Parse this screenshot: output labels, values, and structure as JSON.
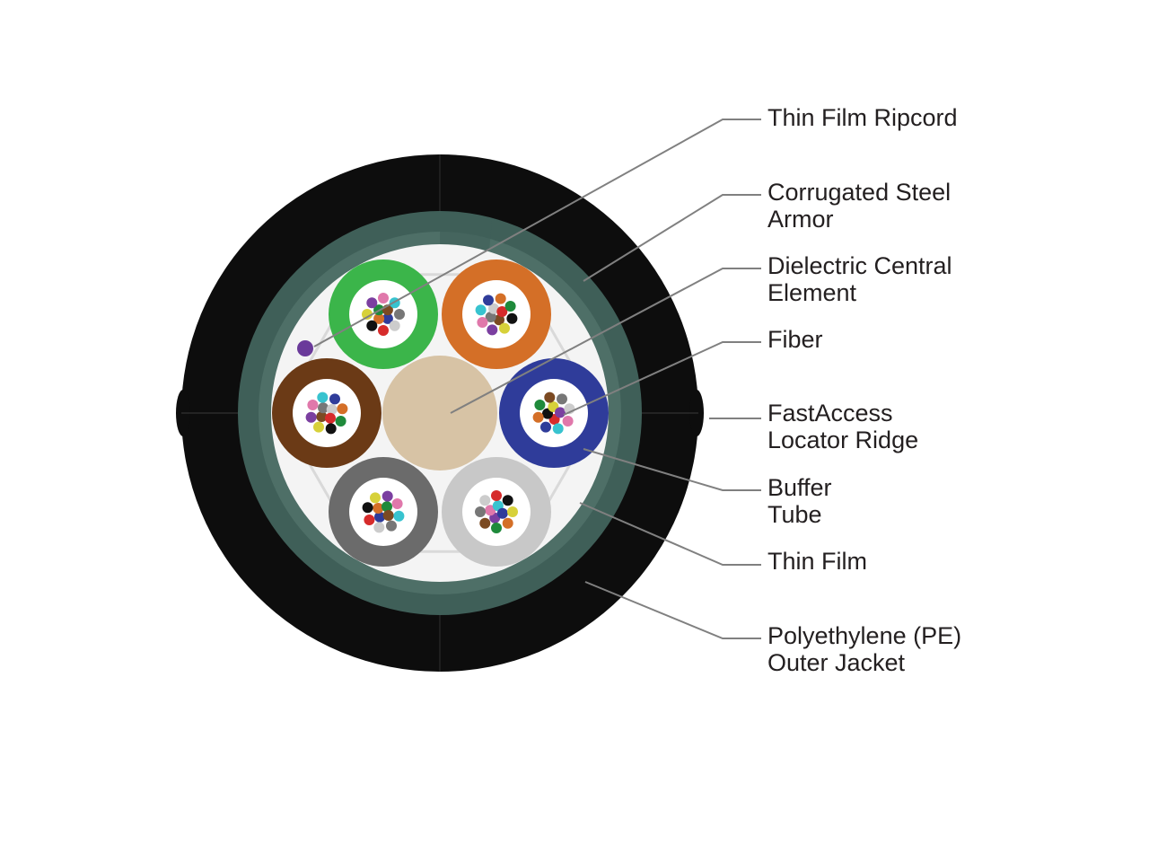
{
  "diagram": {
    "colors": {
      "jacket": "#0d0d0d",
      "armor": "#3f5f58",
      "armor_light": "#4e6f67",
      "thin_film": "#f4f4f4",
      "central_element": "#d7c3a5",
      "ripcord": "#6a3a9a",
      "leader_line": "#808080"
    },
    "buffer_tubes": [
      {
        "name": "green-tube",
        "color": "#3bb54a"
      },
      {
        "name": "orange-tube",
        "color": "#d46f27"
      },
      {
        "name": "blue-tube",
        "color": "#2f3c9a"
      },
      {
        "name": "light-gray-tube",
        "color": "#c8c8c8"
      },
      {
        "name": "dark-gray-tube",
        "color": "#6b6b6b"
      },
      {
        "name": "brown-tube",
        "color": "#6b3a16"
      }
    ],
    "fiber_colors": [
      "#2f3c9a",
      "#d46f27",
      "#1f8a3b",
      "#7b4a22",
      "#777777",
      "#cccccc",
      "#d62b2b",
      "#111111",
      "#d7d13a",
      "#7b3fa0",
      "#e078ab",
      "#38c3cf"
    ]
  },
  "labels": {
    "ripcord": [
      "Thin Film Ripcord"
    ],
    "armor": [
      "Corrugated Steel",
      "Armor"
    ],
    "central": [
      "Dielectric Central",
      "Element"
    ],
    "fiber": [
      "Fiber"
    ],
    "ridge": [
      "FastAccess",
      "Locator Ridge"
    ],
    "buffer": [
      "Buffer",
      "Tube"
    ],
    "film": [
      "Thin Film"
    ],
    "jacket": [
      "Polyethylene (PE)",
      "Outer Jacket"
    ]
  }
}
